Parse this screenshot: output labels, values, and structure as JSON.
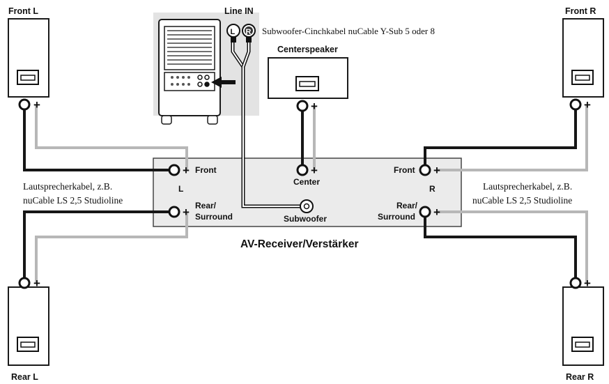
{
  "speakers": {
    "front_left": "Front L",
    "front_right": "Front R",
    "rear_left": "Rear L",
    "rear_right": "Rear R",
    "center": "Centerspeaker"
  },
  "subwoofer_unit": {
    "line_in": "Line IN",
    "left_jack": "L",
    "right_jack": "R",
    "cable_label": "Subwoofer-Cinchkabel nuCable Y-Sub 5 oder 8"
  },
  "receiver": {
    "title": "AV-Receiver/Verstärker",
    "left_side": "L",
    "right_side": "R",
    "front": "Front",
    "rear_line1": "Rear/",
    "rear_line2": "Surround",
    "center": "Center",
    "subwoofer": "Subwoofer"
  },
  "cable_notes": {
    "left_line1": "Lautsprecherkabel, z.B.",
    "left_line2": "nuCable LS 2,5 Studioline",
    "right_line1": "Lautsprecherkabel, z.B.",
    "right_line2": "nuCable LS 2,5 Studioline"
  },
  "terminals": {
    "minus": "−",
    "plus": "+"
  },
  "colors": {
    "wire_negative": "#161616",
    "wire_positive": "#b7b7b7",
    "receiver_fill": "#ebebeb",
    "subwoofer_panel": "#e3e3e3"
  }
}
